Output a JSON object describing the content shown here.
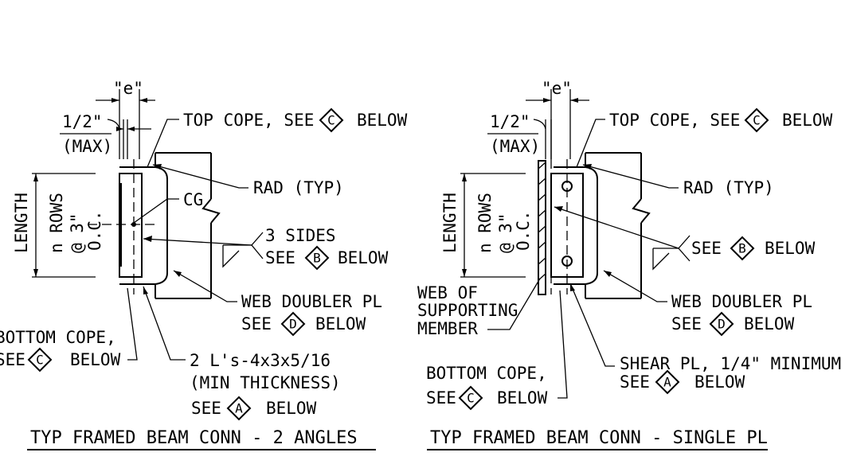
{
  "left": {
    "e_label": "\"e\"",
    "half_label": "1/2\"",
    "max_label": "(MAX)",
    "top_cope": "TOP COPE, SEE",
    "top_cope_sym": "C",
    "below1": "BELOW",
    "rad": "RAD (TYP)",
    "cg": "CG",
    "length": "LENGTH",
    "rows": "n ROWS",
    "spacing1": "@ 3\"",
    "spacing2": "O.C.",
    "three_sides": "3 SIDES",
    "see_b": "SEE",
    "b_sym": "B",
    "below_b": "BELOW",
    "web_doubler": "WEB DOUBLER PL",
    "see_d": "SEE",
    "d_sym": "D",
    "below_d": "BELOW",
    "bottom_cope": "BOTTOM COPE,",
    "see_c": "SEE",
    "c_sym": "C",
    "below_c": "BELOW",
    "angles": "2 L's-4x3x5/16",
    "min_thick": "(MIN THICKNESS)",
    "see_a": "SEE",
    "a_sym": "A",
    "below_a": "BELOW",
    "title": "TYP FRAMED BEAM CONN - 2 ANGLES"
  },
  "right": {
    "e_label": "\"e\"",
    "half_label": "1/2\"",
    "max_label": "(MAX)",
    "top_cope": "TOP COPE, SEE",
    "top_cope_sym": "C",
    "below1": "BELOW",
    "rad": "RAD (TYP)",
    "length": "LENGTH",
    "rows": "n ROWS",
    "spacing1": "@ 3\"",
    "spacing2": "O.C.",
    "see_b": "SEE",
    "b_sym": "B",
    "below_b": "BELOW",
    "web_of": "WEB OF",
    "supporting": "SUPPORTING",
    "member": "MEMBER",
    "web_doubler": "WEB DOUBLER PL",
    "see_d": "SEE",
    "d_sym": "D",
    "below_d": "BELOW",
    "shear_pl": "SHEAR PL, 1/4\" MINIMUM",
    "see_a": "SEE",
    "a_sym": "A",
    "below_a": "BELOW",
    "bottom_cope": "BOTTOM COPE,",
    "see_c": "SEE",
    "c_sym": "C",
    "below_c": "BELOW",
    "title": "TYP FRAMED BEAM CONN - SINGLE PL"
  }
}
